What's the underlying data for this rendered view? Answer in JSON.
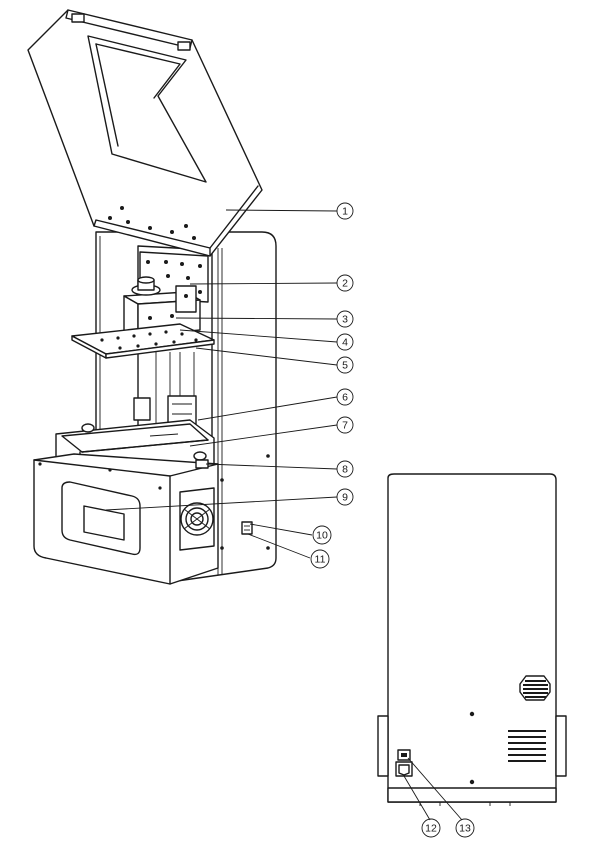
{
  "callouts": [
    {
      "id": "1",
      "number": "1"
    },
    {
      "id": "2",
      "number": "2"
    },
    {
      "id": "3",
      "number": "3"
    },
    {
      "id": "4",
      "number": "4"
    },
    {
      "id": "5",
      "number": "5"
    },
    {
      "id": "6",
      "number": "6"
    },
    {
      "id": "7",
      "number": "7"
    },
    {
      "id": "8",
      "number": "8"
    },
    {
      "id": "9",
      "number": "9"
    },
    {
      "id": "10",
      "number": "10"
    },
    {
      "id": "11",
      "number": "11"
    },
    {
      "id": "12",
      "number": "12"
    },
    {
      "id": "13",
      "number": "13"
    }
  ],
  "colors": {
    "line": "#1a1a1a",
    "background": "#ffffff"
  },
  "views": [
    "front-open-view",
    "rear-view"
  ]
}
